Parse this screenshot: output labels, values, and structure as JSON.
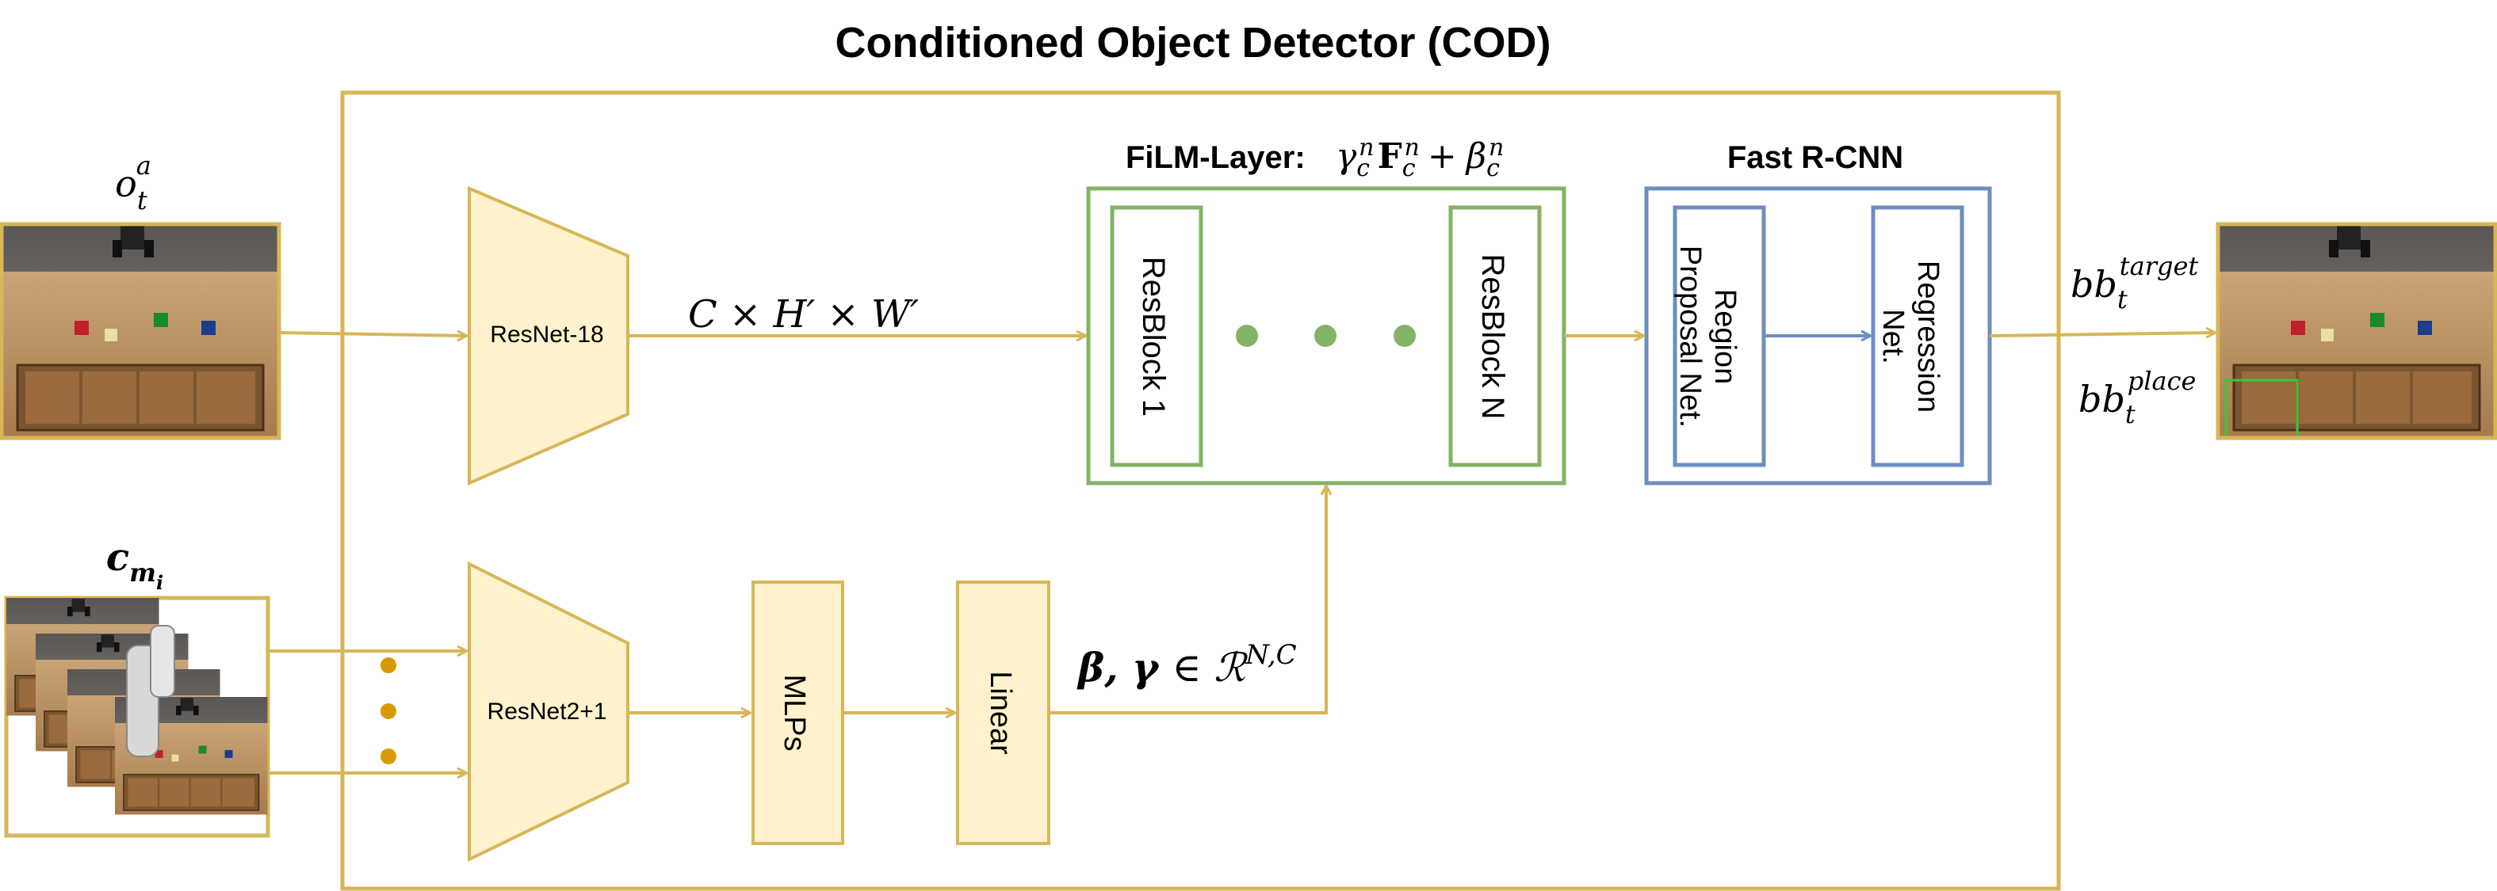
{
  "title": "Conditioned Object Detector (COD)",
  "inputs": {
    "observation_label_base": "o",
    "observation_label_sub": "t",
    "observation_label_sup": "a",
    "condition_label_base": "c",
    "condition_label_sub": "m",
    "condition_label_subsub": "i"
  },
  "blocks": {
    "resnet18": "ResNet-18",
    "resnet21": "ResNet2+1",
    "mlps": "MLPs",
    "linear": "Linear",
    "resblock1": "ResBlock 1",
    "resblockN": "ResBlock N",
    "rpn_line1": "Region",
    "rpn_line2": "Proposal Net.",
    "reg_line1": "Regression",
    "reg_line2": "Net."
  },
  "groups": {
    "film_label": "FiLM-Layer:",
    "film_formula": "γcn Fcn + βcn",
    "fast_rcnn": "Fast R-CNN"
  },
  "edges": {
    "feature_shape": "C × H′ × W′",
    "film_params": "β, γ ∈ ℛ^(N,C)"
  },
  "outputs": {
    "target_base": "bb",
    "target_sub": "t",
    "target_sup": "target",
    "place_base": "bb",
    "place_sub": "t",
    "place_sup": "place"
  },
  "colors": {
    "gold": "#d6b656",
    "gold_fill": "#fff2cc",
    "green": "#82b366",
    "blue": "#6c8ebf",
    "dot_gold": "#d79b00"
  }
}
